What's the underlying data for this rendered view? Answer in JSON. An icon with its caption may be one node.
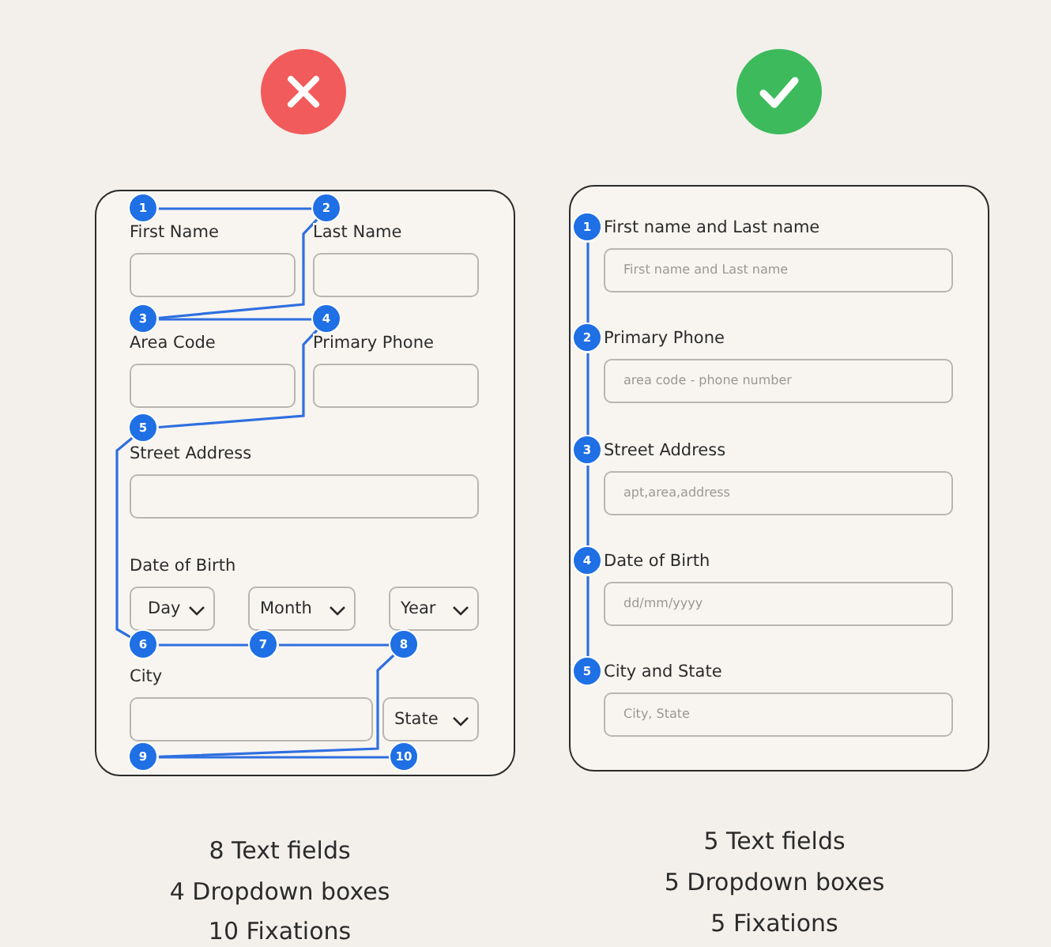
{
  "diagram": {
    "nodes": [
      {
        "text": [],
        "shape": "box"
      },
      {
        "text": [
          "1"
        ],
        "in": 0
      },
      {
        "text": [
          "2"
        ],
        "in": 0
      },
      {
        "text": [],
        "shape": "box",
        "in": 0
      },
      {
        "text": [],
        "shape": "box",
        "in": 0
      },
      {
        "text": [
          "3"
        ],
        "in": 0
      },
      {
        "text": [
          "4"
        ],
        "in": 0
      },
      {
        "text": [],
        "shape": "box",
        "in": 0
      },
      {
        "text": [],
        "shape": "box",
        "in": 0
      },
      {
        "text": [
          "5"
        ],
        "in": 0
      },
      {
        "text": [],
        "shape": "box",
        "in": 0
      },
      {
        "text": [
          "Day"
        ],
        "in": 0
      },
      {
        "text": [
          "Month"
        ],
        "in": 0
      },
      {
        "text": [
          "Year"
        ],
        "in": 0
      },
      {
        "text": [
          "6"
        ],
        "in": 0
      },
      {
        "text": [
          "7"
        ],
        "in": 0
      },
      {
        "text": [
          "8"
        ],
        "in": 0
      },
      {
        "text": [],
        "shape": "box",
        "in": 0
      },
      {
        "text": [
          "State"
        ],
        "in": 0
      },
      {
        "text": [
          "9"
        ],
        "in": 0
      },
      {
        "text": [
          "10"
        ],
        "in": 0
      },
      {
        "text": [],
        "shape": "box"
      },
      {
        "text": [
          "1"
        ],
        "in": 21
      },
      {
        "text": [
          "First name and Last name"
        ],
        "in": 21
      },
      {
        "text": [
          "2"
        ],
        "in": 21
      },
      {
        "text": [
          "area code - phone number"
        ],
        "in": 21
      },
      {
        "text": [
          "3"
        ],
        "in": 21
      },
      {
        "text": [
          "apt,area,address"
        ],
        "in": 21
      },
      {
        "text": [
          "4"
        ],
        "in": 21
      },
      {
        "text": [
          "dd/mm/yyyy"
        ],
        "in": 21
      },
      {
        "text": [
          "5"
        ],
        "in": 21
      },
      {
        "text": [
          "City, State"
        ],
        "in": 21
      }
    ],
    "edges": [
      {
        "from": 1,
        "to": 2,
        "arrow": "none"
      },
      {
        "from": 2,
        "to": 5,
        "arrow": "none"
      },
      {
        "from": 5,
        "to": 6,
        "arrow": "none"
      },
      {
        "from": 6,
        "to": 9,
        "arrow": "none"
      },
      {
        "from": 9,
        "to": 14,
        "arrow": "none"
      },
      {
        "from": 14,
        "to": 15,
        "arrow": "none"
      },
      {
        "from": 15,
        "to": 16,
        "arrow": "none"
      },
      {
        "from": 16,
        "to": 19,
        "arrow": "none"
      },
      {
        "from": 19,
        "to": 20,
        "arrow": "none"
      },
      {
        "from": 22,
        "to": 24,
        "arrow": "none"
      },
      {
        "from": 24,
        "to": 26,
        "arrow": "none"
      },
      {
        "from": 26,
        "to": 28,
        "arrow": "none"
      },
      {
        "from": 28,
        "to": 30,
        "arrow": "none"
      }
    ],
    "labels": [
      "First Name",
      "Last Name",
      "Area Code",
      "Primary Phone",
      "Street Address",
      "Date of Birth",
      "City",
      "First name and Last name",
      "Primary Phone",
      "Street Address",
      "Date of Birth",
      "City and State",
      "8 Text fields",
      "4 Dropdown boxes",
      "10 Fixations",
      "5 Text fields",
      "5 Dropdown boxes",
      "5 Fixations"
    ]
  }
}
